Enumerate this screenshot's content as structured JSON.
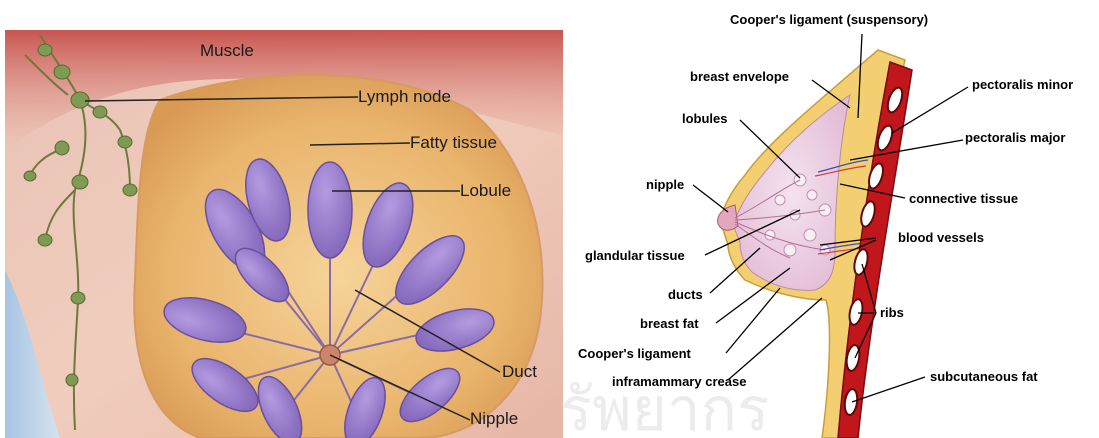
{
  "left_panel": {
    "labels": {
      "muscle": "Muscle",
      "lymph_node": "Lymph node",
      "fatty_tissue": "Fatty tissue",
      "lobule": "Lobule",
      "duct": "Duct",
      "nipple": "Nipple"
    }
  },
  "right_panel": {
    "labels": {
      "coopers_suspensory": "Cooper's ligament (suspensory)",
      "breast_envelope": "breast envelope",
      "pectoralis_minor": "pectoralis minor",
      "lobules": "lobules",
      "pectoralis_major": "pectoralis major",
      "nipple": "nipple",
      "connective_tissue": "connective tissue",
      "glandular_tissue": "glandular tissue",
      "blood_vessels": "blood vessels",
      "ducts": "ducts",
      "ribs": "ribs",
      "breast_fat": "breast fat",
      "coopers_ligament": "Cooper's ligament",
      "inframammary_crease": "inframammary crease",
      "subcutaneous_fat": "subcutaneous fat"
    }
  },
  "watermark": "รัพยากร"
}
